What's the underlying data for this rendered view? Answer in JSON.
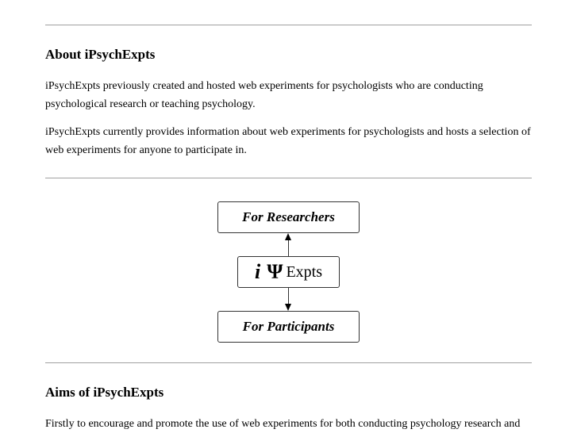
{
  "about": {
    "heading": "About iPsychExpts",
    "para1": "iPsychExpts previously created and hosted web experiments for psychologists who are conducting psychological research or teaching psychology.",
    "para2": "iPsychExpts currently provides information about web experiments for psychologists and hosts a selection of web experiments for anyone to participate in."
  },
  "diagram": {
    "researchers": "For Researchers",
    "logo_i": "i",
    "logo_psi": "Ψ",
    "logo_text": "Expts",
    "participants": "For Participants"
  },
  "aims": {
    "heading": "Aims of iPsychExpts",
    "para1": "Firstly to encourage and promote the use of web experiments for both conducting psychology research and"
  }
}
